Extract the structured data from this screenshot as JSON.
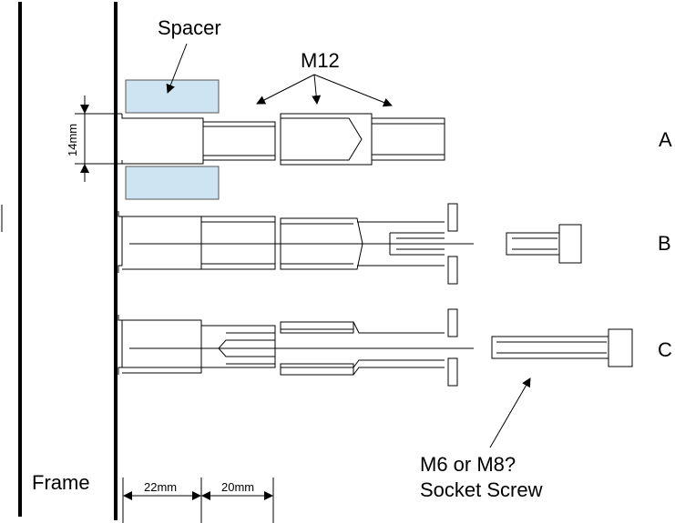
{
  "labels": {
    "spacer": "Spacer",
    "m12": "M12",
    "frame": "Frame",
    "screw_line1": "M6 or M8?",
    "screw_line2": "Socket Screw"
  },
  "rows": {
    "a": "A",
    "b": "B",
    "c": "C"
  },
  "dimensions": {
    "height": "14mm",
    "width1": "22mm",
    "width2": "20mm"
  },
  "colors": {
    "spacer_fill": "#cfe4f3",
    "line": "#000000"
  }
}
